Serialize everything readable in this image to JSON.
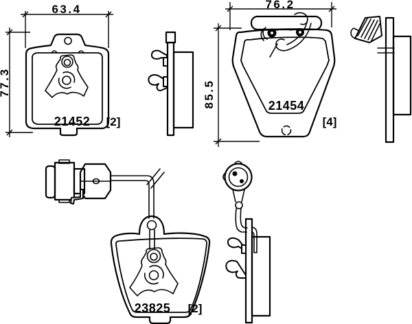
{
  "dimensions": {
    "pad1_width": "63.4",
    "pad1_height": "77.3",
    "pad2_width": "76.2",
    "pad2_height": "85.5"
  },
  "parts": {
    "pad1": {
      "number": "21452",
      "qty": "[2]"
    },
    "pad2": {
      "number": "21454",
      "qty": "[4]"
    },
    "pad3": {
      "number": "23825",
      "qty": "[2]"
    }
  },
  "colors": {
    "line": "#000000",
    "background": "#ffffff"
  }
}
